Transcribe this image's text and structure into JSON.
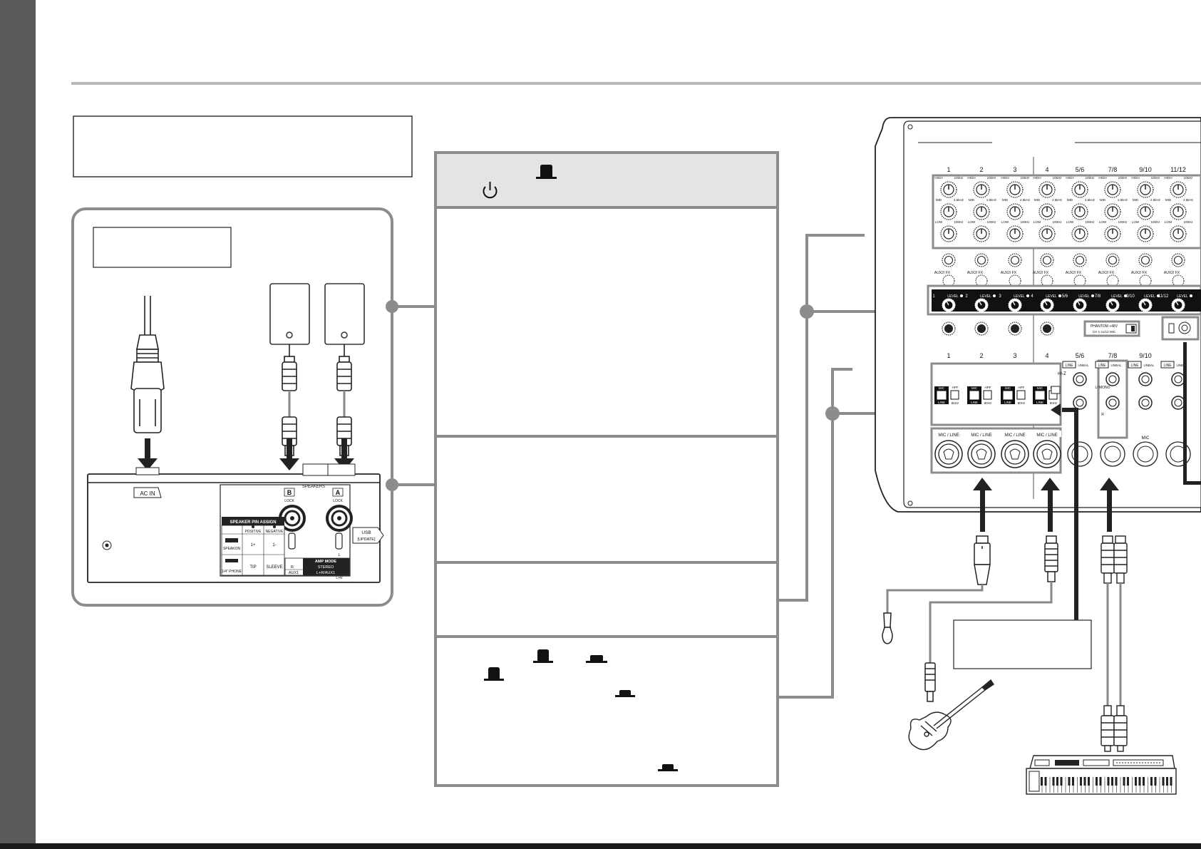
{
  "rear_panel": {
    "ac_in": "AC IN",
    "speakers_title": "SPEAKERS",
    "out_b": "B",
    "out_a": "A",
    "lock": "LOCK",
    "pin_assign": {
      "title": "SPEAKER PIN ASSIGN",
      "positive": "POSITIVE",
      "negative": "NEGATIVE",
      "row1": "SPEAKON",
      "row1_pos": "1+",
      "row1_neg": "1-",
      "row2": "1/4\" PHONE",
      "row2_pos": "TIP",
      "row2_neg": "SLEEVE"
    },
    "amp_mode": {
      "title": "AMP MODE",
      "stereo": "STEREO",
      "stereo_b": "R",
      "stereo_a": "L",
      "lr_aux1": "L+R/AUX1",
      "lr_aux1_b": "AUX1",
      "lr_aux1_a": "L+R"
    },
    "usb": "USB",
    "update": "[UPDATE]"
  },
  "mixer": {
    "channels": [
      "1",
      "2",
      "3",
      "4",
      "5/6",
      "7/8",
      "9/10",
      "11/12"
    ],
    "eq_high": "HIGH",
    "eq_high_freq": "10kHz",
    "eq_mid": "MID",
    "eq_mid_freq": "2.5kHz",
    "eq_low": "LOW",
    "eq_low_freq": "100Hz",
    "aux2_fx": "AUX2/ FX",
    "level": "LEVEL",
    "phantom": "PHANTOM +48V",
    "phantom_sub": "CH 1-11/12 MIC",
    "mic_line_sw": "MIC",
    "mic_line_sw2": "LINE",
    "hpf": "HPF",
    "hpf_freq": "80Hz",
    "hi_z": "HI-Z",
    "line": "LINE",
    "unbal": "UNBAL",
    "l_mono": "L/ MONO",
    "r": "R",
    "mic_line": "MIC / LINE",
    "mic": "MIC"
  }
}
